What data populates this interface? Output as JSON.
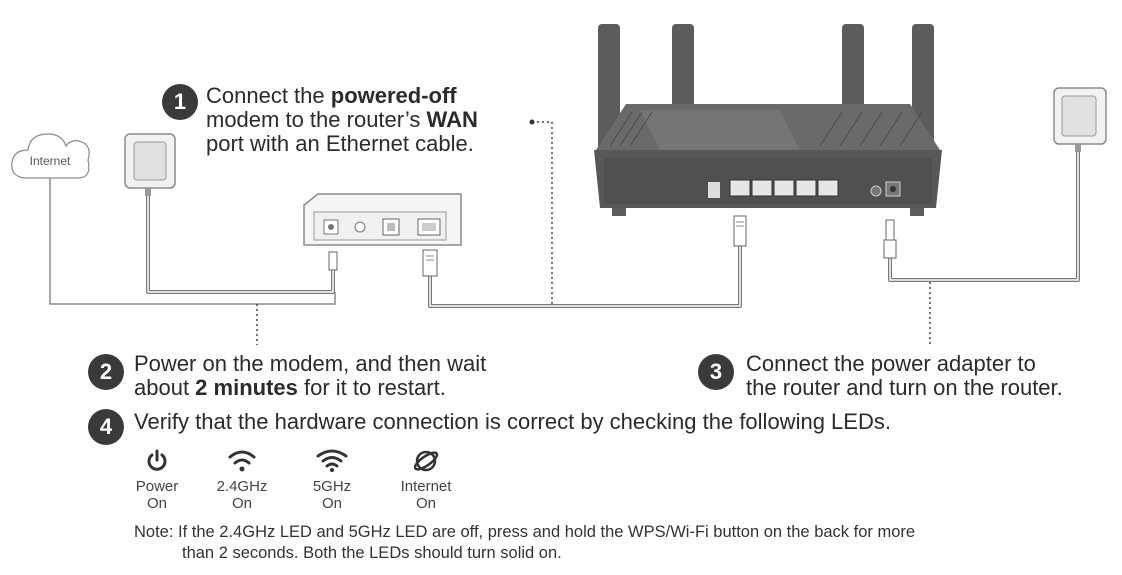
{
  "diagram": {
    "cloud_label": "Internet"
  },
  "steps": {
    "step1": {
      "number": "1",
      "line1_pre": "Connect the ",
      "line1_bold": "powered-off",
      "line2_pre": "modem to the router’s ",
      "line2_bold": "WAN",
      "line3": "port with an Ethernet cable."
    },
    "step2": {
      "number": "2",
      "line1": "Power on the modem, and then wait",
      "line2_pre": "about ",
      "line2_bold": "2 minutes",
      "line2_post": " for it to restart."
    },
    "step3": {
      "number": "3",
      "line1": "Connect the power adapter to",
      "line2": "the router and turn on the router."
    },
    "step4": {
      "number": "4",
      "text": "Verify that the hardware connection is correct by checking the following LEDs."
    }
  },
  "leds": [
    {
      "name": "Power",
      "state": "On",
      "icon": "power-icon"
    },
    {
      "name": "2.4GHz",
      "state": "On",
      "icon": "wifi-icon"
    },
    {
      "name": "5GHz",
      "state": "On",
      "icon": "wifi-icon"
    },
    {
      "name": "Internet",
      "state": "On",
      "icon": "globe-icon"
    }
  ],
  "note": {
    "line1": "Note: If the 2.4GHz LED and 5GHz LED are off, press and hold the WPS/Wi-Fi button on the back for more",
    "line2": "than 2 seconds. Both the LEDs should turn solid on."
  },
  "colors": {
    "router_body": "#5a5a5a",
    "badge": "#3a3a3a",
    "cable": "#7a7a7a",
    "device_outline": "#8a8a8a"
  }
}
